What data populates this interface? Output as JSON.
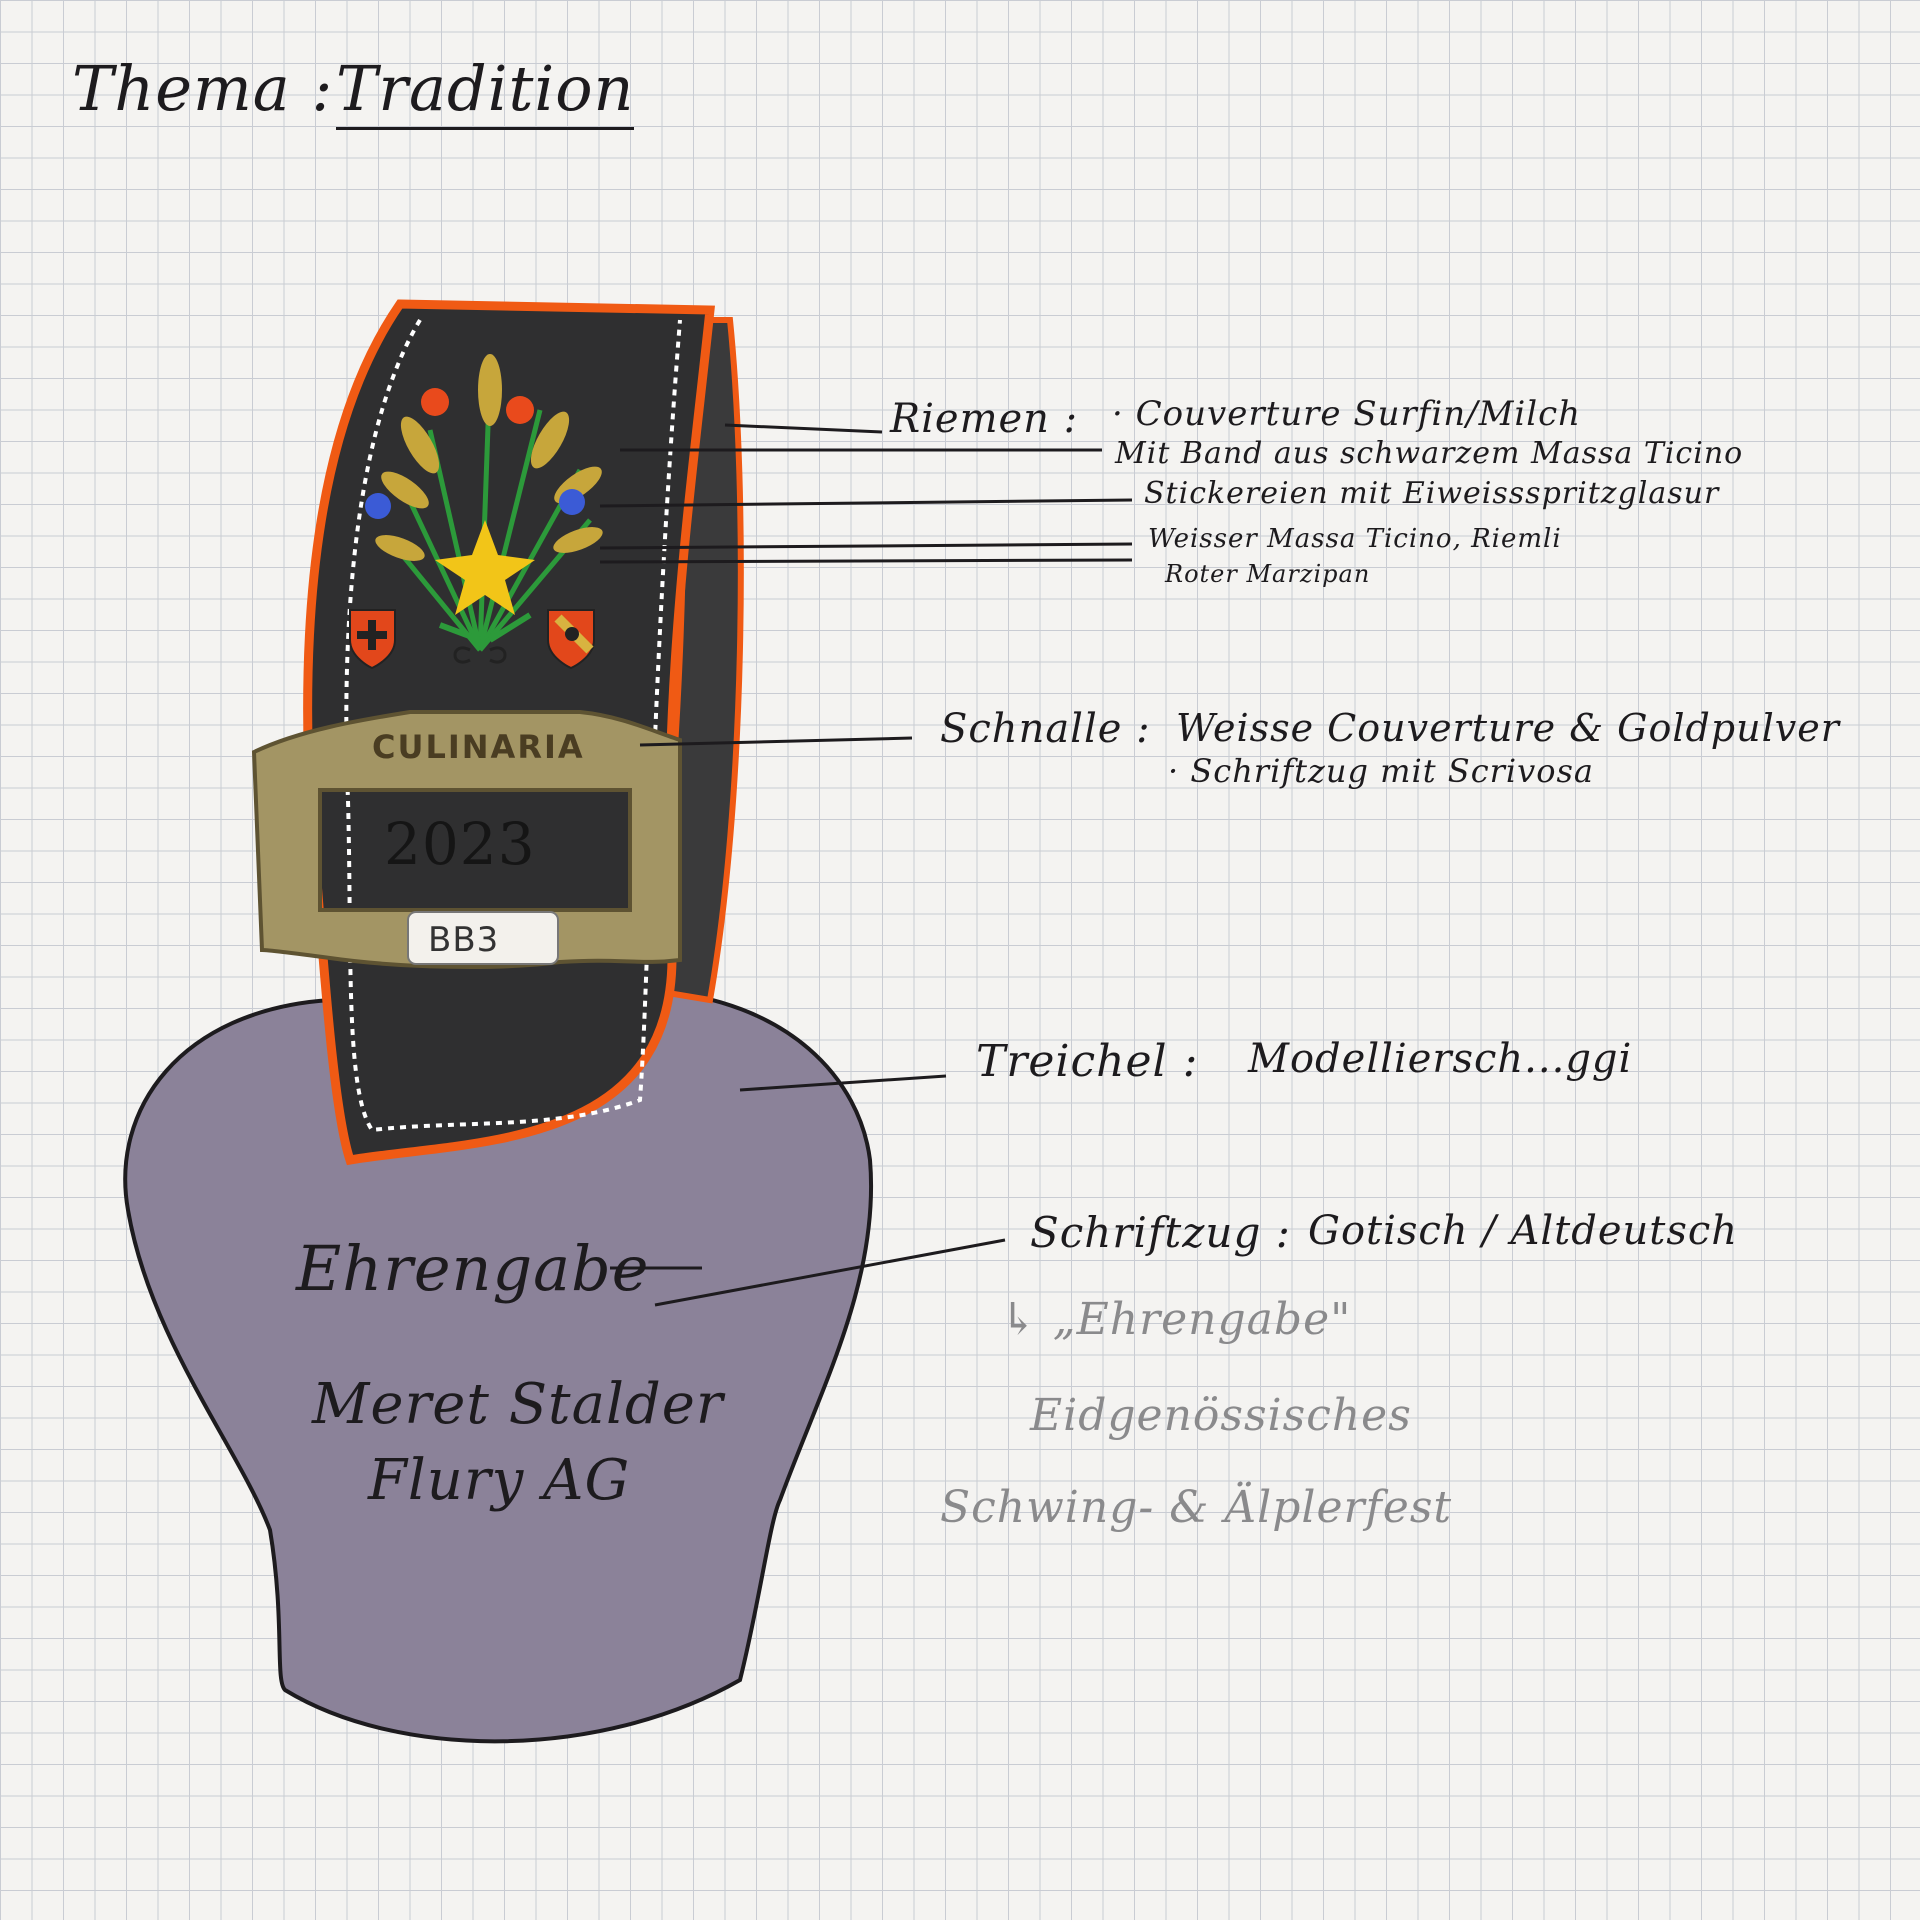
{
  "theme": {
    "title": "Thema :",
    "value": "Tradition"
  },
  "bell": {
    "lines": [
      "Ehrengabe",
      "Meret Stalder",
      "Flury AG"
    ],
    "buckle_brand": "CULINARIA",
    "buckle_year": "2023",
    "buckle_tag": "BB3"
  },
  "annotations": {
    "riemen": {
      "label": "Riemen :",
      "lines": [
        "· Couverture Surfin/Milch",
        "Mit Band aus schwarzem Massa Ticino",
        "Stickereien mit Eiweissspritzglasur",
        "Weisser Massa Ticino, Riemli",
        "Roter Marzipan"
      ]
    },
    "schnalle": {
      "label": "Schnalle :",
      "lines": [
        "Weisse Couverture & Goldpulver",
        "· Schriftzug mit Scrivosa"
      ]
    },
    "treichel": {
      "label": "Treichel :",
      "lines": [
        "Modelliersch...ggi"
      ]
    },
    "schriftzug": {
      "label": "Schriftzug :",
      "lines": [
        "Gotisch / Altdeutsch"
      ],
      "pencil_lines": [
        "↳ „Ehrengabe\"",
        "Eidgenössisches",
        "Schwing- & Älplerfest"
      ]
    }
  },
  "colors": {
    "bell": "#8b8299",
    "strap": "#2f2f30",
    "strap_trim": "#f05a14",
    "buckle": "#a39564",
    "ink": "#1d1b1e",
    "pencil": "#8a8a8c"
  },
  "icons": [
    "flower-bouquet-icon",
    "swiss-cross-shield-icon",
    "bern-shield-icon"
  ]
}
